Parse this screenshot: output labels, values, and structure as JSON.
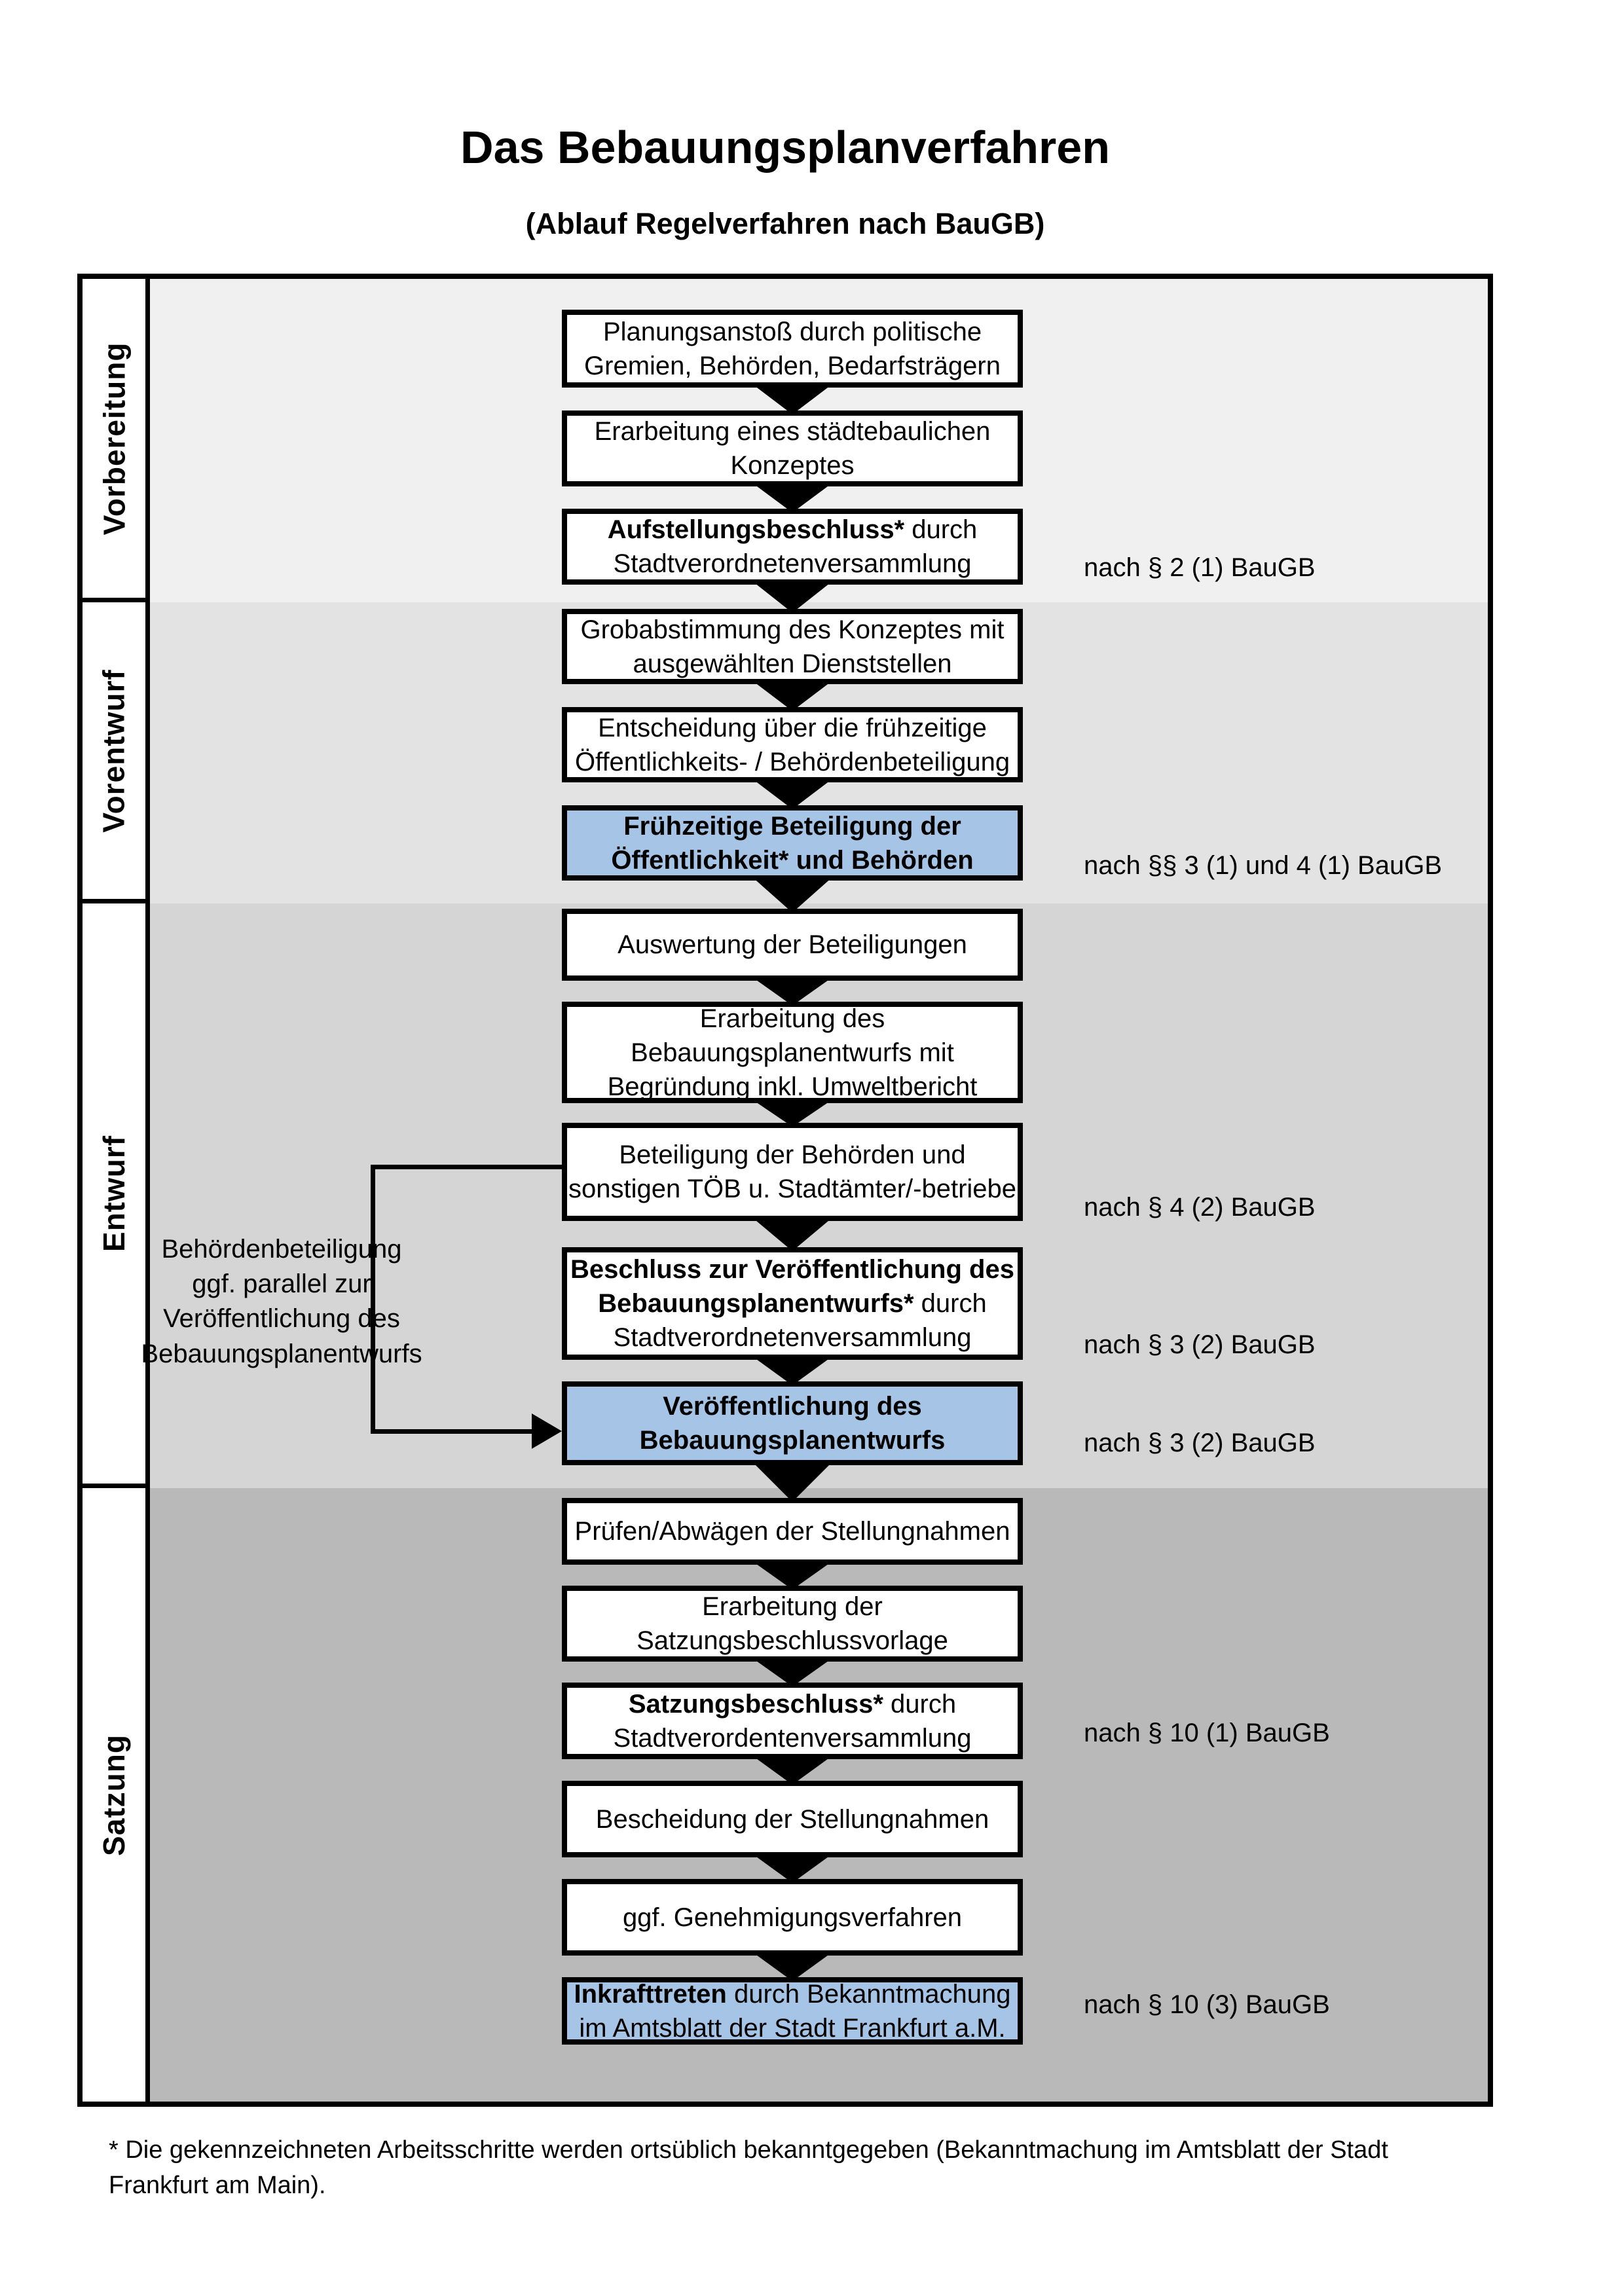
{
  "title": "Das Bebauungsplanverfahren",
  "subtitle": "(Ablauf Regelverfahren nach BauGB)",
  "phases": [
    {
      "label": "Vorbereitung"
    },
    {
      "label": "Vorentwurf"
    },
    {
      "label": "Entwurf"
    },
    {
      "label": "Satzung"
    }
  ],
  "boxes": [
    {
      "lines": [
        [
          {
            "t": "Planungsanstoß durch politische"
          }
        ],
        [
          {
            "t": "Gremien, Behörden, Bedarfsträgern"
          }
        ]
      ]
    },
    {
      "lines": [
        [
          {
            "t": "Erarbeitung eines städtebaulichen"
          }
        ],
        [
          {
            "t": "Konzeptes"
          }
        ]
      ]
    },
    {
      "lines": [
        [
          {
            "t": "Aufstellungsbeschluss*",
            "bold": true
          },
          {
            "t": " durch"
          }
        ],
        [
          {
            "t": "Stadtverordnetenversammlung"
          }
        ]
      ]
    },
    {
      "lines": [
        [
          {
            "t": "Grobabstimmung des Konzeptes mit"
          }
        ],
        [
          {
            "t": "ausgewählten Dienststellen"
          }
        ]
      ]
    },
    {
      "lines": [
        [
          {
            "t": "Entscheidung über die frühzeitige"
          }
        ],
        [
          {
            "t": "Öffentlichkeits- / Behördenbeteiligung"
          }
        ]
      ]
    },
    {
      "highlight": true,
      "lines": [
        [
          {
            "t": "Frühzeitige Beteiligung der",
            "bold": true
          }
        ],
        [
          {
            "t": "Öffentlichkeit* und Behörden",
            "bold": true
          }
        ]
      ]
    },
    {
      "lines": [
        [
          {
            "t": "Auswertung der Beteiligungen"
          }
        ]
      ]
    },
    {
      "lines": [
        [
          {
            "t": "Erarbeitung des"
          }
        ],
        [
          {
            "t": "Bebauungsplanentwurfs mit"
          }
        ],
        [
          {
            "t": "Begründung inkl. Umweltbericht"
          }
        ]
      ]
    },
    {
      "lines": [
        [
          {
            "t": "Beteiligung der Behörden und"
          }
        ],
        [
          {
            "t": "sonstigen TÖB u. Stadtämter/-betriebe"
          }
        ]
      ]
    },
    {
      "lines": [
        [
          {
            "t": "Beschluss zur Veröffentlichung des",
            "bold": true
          }
        ],
        [
          {
            "t": "Bebauungsplanentwurfs*",
            "bold": true
          },
          {
            "t": " durch"
          }
        ],
        [
          {
            "t": "Stadtverordnetenversammlung"
          }
        ]
      ]
    },
    {
      "highlight": true,
      "lines": [
        [
          {
            "t": "Veröffentlichung des",
            "bold": true
          }
        ],
        [
          {
            "t": "Bebauungsplanentwurfs",
            "bold": true
          }
        ]
      ]
    },
    {
      "lines": [
        [
          {
            "t": "Prüfen/Abwägen der Stellungnahmen"
          }
        ]
      ]
    },
    {
      "lines": [
        [
          {
            "t": "Erarbeitung der"
          }
        ],
        [
          {
            "t": "Satzungsbeschlussvorlage"
          }
        ]
      ]
    },
    {
      "lines": [
        [
          {
            "t": "Satzungsbeschluss*",
            "bold": true
          },
          {
            "t": " durch"
          }
        ],
        [
          {
            "t": "Stadtverordentenversammlung"
          }
        ]
      ]
    },
    {
      "lines": [
        [
          {
            "t": "Bescheidung der Stellungnahmen"
          }
        ]
      ]
    },
    {
      "lines": [
        [
          {
            "t": "ggf. Genehmigungsverfahren"
          }
        ]
      ]
    },
    {
      "highlight": true,
      "lines": [
        [
          {
            "t": "Inkrafttreten",
            "bold": true
          },
          {
            "t": " durch Bekanntmachung"
          }
        ],
        [
          {
            "t": "im Amtsblatt der Stadt Frankfurt a.M."
          }
        ]
      ]
    }
  ],
  "notes": [
    {
      "text": "nach § 2 (1) BauGB"
    },
    {
      "text": "nach §§ 3 (1) und 4 (1) BauGB"
    },
    {
      "text": "nach § 4 (2) BauGB"
    },
    {
      "text": "nach § 3 (2) BauGB"
    },
    {
      "text": "nach § 3 (2) BauGB"
    },
    {
      "text": "nach § 10 (1) BauGB"
    },
    {
      "text": "nach § 10 (3) BauGB"
    }
  ],
  "annotation": {
    "lines": [
      "Behördenbeteiligung",
      "ggf. parallel zur",
      "Veröffentlichung des",
      "Bebauungsplanentwurfs"
    ]
  },
  "footnote": "* Die gekennzeichneten Arbeitsschritte werden ortsüblich bekanntgegeben (Bekanntmachung im Amtsblatt  der Stadt Frankfurt am Main).",
  "colors": {
    "highlight_blue": "#a6c4e6",
    "band_vorbereitung": "#f0f0f0",
    "band_vorentwurf": "#e3e3e3",
    "band_entwurf": "#d5d5d5",
    "band_satzung": "#b9b9b9"
  }
}
